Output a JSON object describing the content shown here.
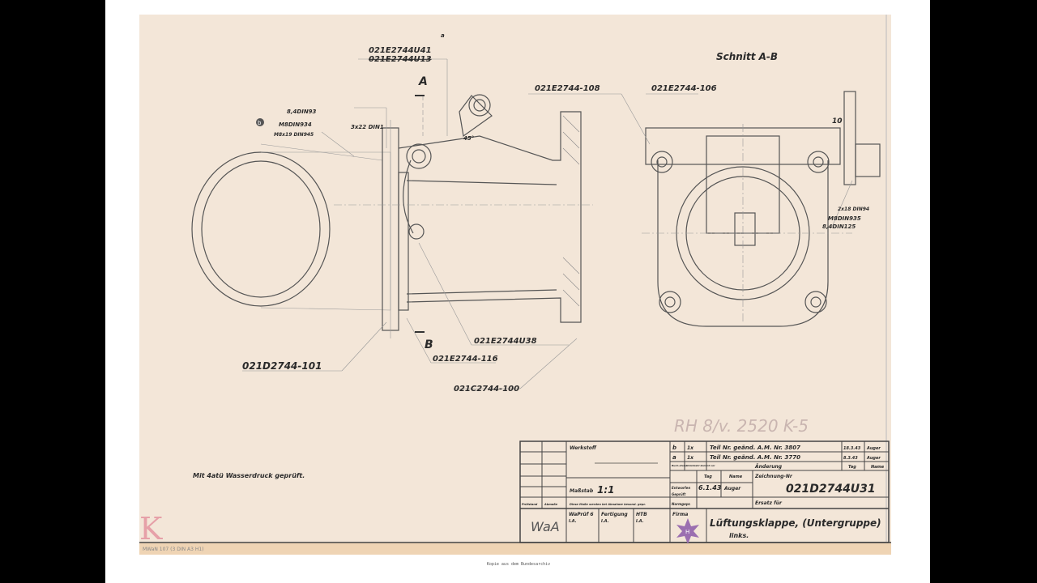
{
  "caption": "Kopie aus dem Bundesarchiv",
  "drawing": {
    "section_title": "Schnitt A-B",
    "section_marks": {
      "a": "A",
      "b": "B"
    },
    "revision_mark": "a",
    "angle": "45°",
    "dimension_10": "10",
    "labels": {
      "part_u41": "021E2744U41",
      "part_u13_struck": "021E2744U13",
      "pin": "3x22 DIN1",
      "washer": "8,4DIN93",
      "nut": "M8DIN934",
      "bolt": "M8x19 DIN945",
      "marker_b": "b",
      "part_108": "021E2744-108",
      "part_106": "021E2744-106",
      "part_u38": "021E2744U38",
      "part_116": "021E2744-116",
      "part_101": "021D2744-101",
      "part_100": "021C2744-100",
      "right_pin": "2x18 DIN94",
      "right_nut": "M8DIN935",
      "right_washer": "8,4DIN125"
    },
    "note": "Mit 4atü Wasserdruck geprüft.",
    "archive_stamp": "RH 8/v. 2520 K-5",
    "corner_mark": "K",
    "form_code": "MWaN 107 (3 DIN A3 H1)"
  },
  "title_block": {
    "werkstoff_label": "Werkstoff",
    "massstab_label": "Maßstab",
    "massstab_value": "1:1",
    "pruefstelle_note": "Diese Maße werden bei Abnahme besond. gepr.",
    "pruefstand_label": "Prüfstand",
    "abmasse_label": "Abmaße",
    "changes": [
      {
        "letter": "b",
        "count": "1x",
        "text": "Teil Nr. geänd.  A.M. Nr. 3807",
        "date": "18.3.43",
        "name": "Auger"
      },
      {
        "letter": "a",
        "count": "1x",
        "text": "Teil Nr. geänd.  A.M. Nr. 3770",
        "date": "8.3.43",
        "name": "Auger"
      }
    ],
    "buchstabe_label": "Buch-stabe",
    "stueckzahl_label": "Stückzahl kommt vor",
    "aenderung_label": "Änderung",
    "tag_label": "Tag",
    "name_label": "Name",
    "entworfen_label": "Entworfen",
    "entworfen_date": "6.1.43",
    "entworfen_name": "Auger",
    "geprueft_label": "Geprüft",
    "normgeprueft_label": "Normgepr.",
    "zeichnung_nr_label": "Zeichnung-Nr",
    "zeichnung_nr": "021D2744U31",
    "ersatz_label": "Ersatz für",
    "waa": "WaA",
    "waprüf_label": "WaPrüf 6",
    "waprüf_ia": "I.A.",
    "fertigung_label": "Fertigung",
    "fertigung_ia": "I.A.",
    "htb_label": "HTB",
    "htb_ia": "I.A.",
    "firma_label": "Firma",
    "firma_logo_letter": "H",
    "title": "Lüftungsklappe, (Untergruppe)",
    "subtitle": "links.",
    "colors": {
      "paper": "#f3e6d8",
      "ink": "#2a2a2a",
      "logo": "#9b6fb0",
      "stamp": "#e6a0a8"
    }
  }
}
